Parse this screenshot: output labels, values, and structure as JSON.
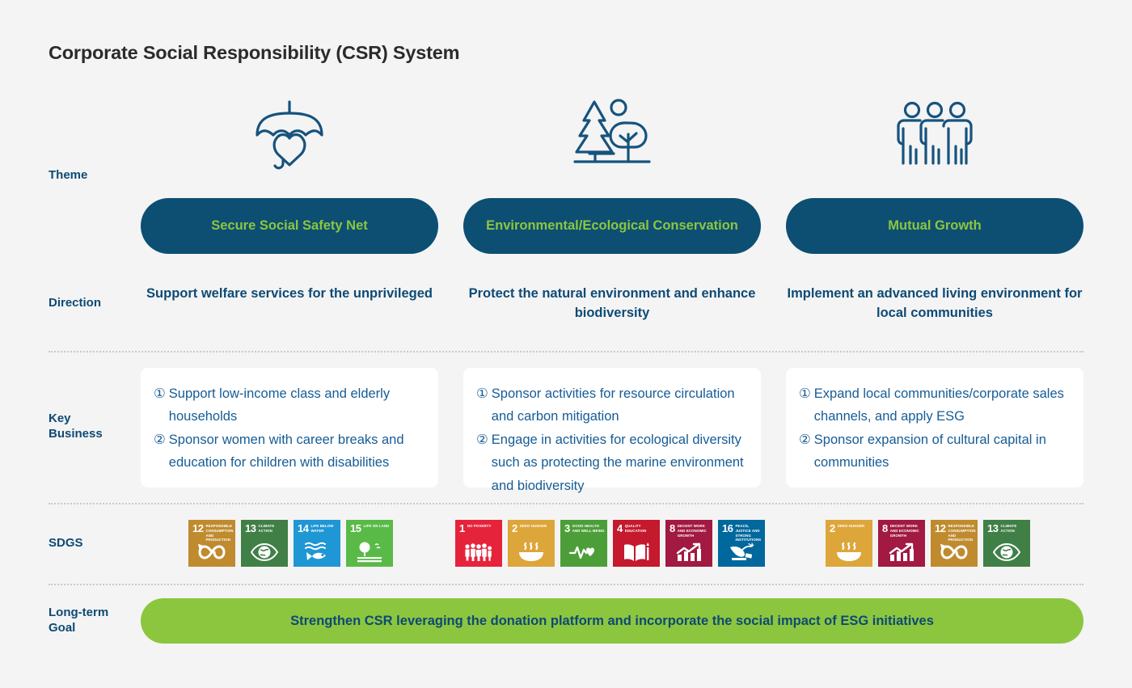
{
  "page": {
    "title": "Corporate Social Responsibility (CSR) System",
    "background_color": "#f4f4f4",
    "accent_blue": "#0d4f73",
    "accent_green": "#8cc63e",
    "text_blue": "#0d4a75"
  },
  "row_labels": {
    "theme": "Theme",
    "direction": "Direction",
    "key_business": "Key\nBusiness",
    "key_business_line1": "Key",
    "key_business_line2": "Business",
    "sdgs": "SDGS",
    "long_term_goal_line1": "Long-term",
    "long_term_goal_line2": "Goal"
  },
  "columns": [
    {
      "icon": "umbrella-heart-icon",
      "theme": "Secure Social Safety Net",
      "direction": "Support welfare services for the unprivileged",
      "key_business": [
        {
          "num": "①",
          "text": "Support low-income class and elderly households"
        },
        {
          "num": "②",
          "text": "Sponsor women with career breaks and education for children with disabilities"
        }
      ],
      "sdgs": [
        {
          "number": "12",
          "label": "Responsible consumption and production",
          "color": "#bf8b2e",
          "art": "infinity"
        },
        {
          "number": "13",
          "label": "Climate action",
          "color": "#407f46",
          "art": "eye-globe"
        },
        {
          "number": "14",
          "label": "Life below water",
          "color": "#1f97d4",
          "art": "fish-waves"
        },
        {
          "number": "15",
          "label": "Life on land",
          "color": "#59ba48",
          "art": "tree-birds"
        }
      ]
    },
    {
      "icon": "trees-sun-icon",
      "theme": "Environmental/Ecological Conservation",
      "direction": "Protect the natural environment and enhance biodiversity",
      "key_business": [
        {
          "num": "①",
          "text": "Sponsor activities for resource circulation and carbon mitigation"
        },
        {
          "num": "②",
          "text": "Engage in activities for ecological diversity such as protecting the marine environment and biodiversity"
        }
      ],
      "sdgs": [
        {
          "number": "1",
          "label": "No poverty",
          "color": "#e5243b",
          "art": "family"
        },
        {
          "number": "2",
          "label": "Zero hunger",
          "color": "#dda63a",
          "art": "bowl"
        },
        {
          "number": "3",
          "label": "Good health and well-being",
          "color": "#4c9f38",
          "art": "pulse-heart"
        },
        {
          "number": "4",
          "label": "Quality education",
          "color": "#c5192d",
          "art": "book"
        },
        {
          "number": "8",
          "label": "Decent work and economic growth",
          "color": "#a21942",
          "art": "growth-chart"
        },
        {
          "number": "16",
          "label": "Peace, justice and strong institutions",
          "color": "#00689d",
          "art": "dove-gavel"
        }
      ]
    },
    {
      "icon": "three-people-icon",
      "theme": "Mutual Growth",
      "direction": "Implement an advanced living environment for local communities",
      "key_business": [
        {
          "num": "①",
          "text": "Expand local communities/corporate sales channels, and apply ESG"
        },
        {
          "num": "②",
          "text": "Sponsor expansion of cultural capital in communities"
        }
      ],
      "sdgs": [
        {
          "number": "2",
          "label": "Zero hunger",
          "color": "#dda63a",
          "art": "bowl"
        },
        {
          "number": "8",
          "label": "Decent work and economic growth",
          "color": "#a21942",
          "art": "growth-chart"
        },
        {
          "number": "12",
          "label": "Responsible consumption and production",
          "color": "#bf8b2e",
          "art": "infinity"
        },
        {
          "number": "13",
          "label": "Climate action",
          "color": "#407f46",
          "art": "eye-globe"
        }
      ]
    }
  ],
  "long_term_goal": {
    "text": "Strengthen CSR leveraging the donation platform and incorporate the social impact of ESG initiatives"
  }
}
